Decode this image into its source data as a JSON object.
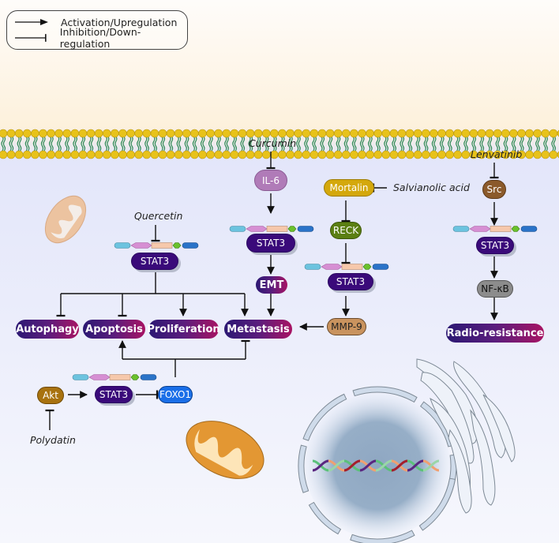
{
  "legend": {
    "activation": "Activation/Upregulation",
    "inhibition": "Inhibition/Down-regulation"
  },
  "drugs": {
    "quercetin": "Quercetin",
    "curcumin": "Curcumin",
    "salvianolic_acid": "Salvianolic acid",
    "lenvatinib": "Lenvatinib",
    "polydatin": "Polydatin"
  },
  "nodes": {
    "stat3": "STAT3",
    "il6": "IL-6",
    "emt": "EMT",
    "mortalin": "Mortalin",
    "reck": "RECK",
    "mmp9": "MMP-9",
    "src": "Src",
    "nfkb": "NF-κB",
    "akt": "Akt",
    "foxo1": "FOXO1"
  },
  "outcomes": {
    "autophagy": "Autophagy",
    "apoptosis": "Apoptosis",
    "proliferation": "Proliferation",
    "metastasis": "Metastasis",
    "radio_resistance": "Radio-resistance"
  },
  "colors": {
    "stat3": "#3a0a7a",
    "il6": "#b07bb8",
    "mortalin": "#d4a80c",
    "reck": "#5b7f12",
    "mmp9": "#c9935e",
    "src": "#8b5a2b",
    "nfkb": "#8c8c8c",
    "akt": "#a8720f",
    "foxo1": "#1a6fe8",
    "outcome_start": "#2b1873",
    "outcome_end": "#a81463",
    "membrane_head": "#e8c21a",
    "membrane_tail": "#2f8a55"
  },
  "cell_components": [
    "membrane",
    "mitochondrion",
    "mitochondrion",
    "nucleus",
    "dna",
    "endoplasmic-reticulum"
  ]
}
